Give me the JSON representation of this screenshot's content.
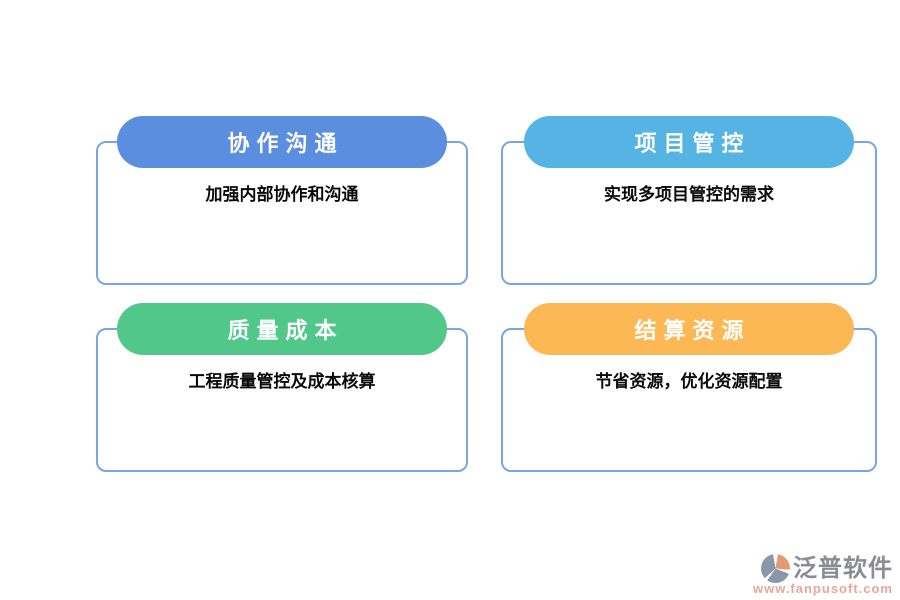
{
  "page": {
    "background": "#ffffff",
    "card_border_color": "#7aa4e8"
  },
  "cards": [
    {
      "title": "协作沟通",
      "description": "加强内部协作和沟通",
      "header_color": "#5b8ede"
    },
    {
      "title": "项目管控",
      "description": "实现多项目管控的需求",
      "header_color": "#55b4e4"
    },
    {
      "title": "质量成本",
      "description": "工程质量管控及成本核算",
      "header_color": "#52c78a"
    },
    {
      "title": "结算资源",
      "description": "节省资源，优化资源配置",
      "header_color": "#fcb854"
    }
  ],
  "watermark": {
    "brand": "泛普软件",
    "url": "www.fanpusoft.com",
    "brand_color": "#8b8b94",
    "url_color": "#e9a69c",
    "icon": "fanpu-circle-icon",
    "icon_colors": [
      "#8a96aa",
      "#e59a74"
    ]
  }
}
